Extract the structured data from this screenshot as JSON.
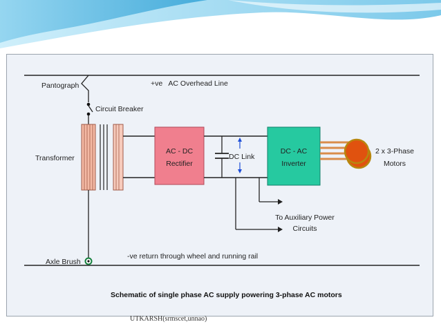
{
  "diagram": {
    "pantograph": "Pantograph",
    "overhead_line": "+ve   AC Overhead Line",
    "circuit_breaker": "Circuit Breaker",
    "transformer": "Transformer",
    "rectifier_line1": "AC - DC",
    "rectifier_line2": "Rectifier",
    "dc_link": "DC Link",
    "inverter_line1": "DC - AC",
    "inverter_line2": "Inverter",
    "motors_line1": "2 x 3-Phase",
    "motors_line2": "Motors",
    "aux_line1": "To Auxiliary Power",
    "aux_line2": "Circuits",
    "axle_brush": "Axle Brush",
    "return_line": "-ve return through wheel and running rail",
    "caption": "Schematic of single phase AC supply powering 3-phase AC motors"
  },
  "footer": {
    "text": "UTKARSH(srmscet,unnao)"
  },
  "colors": {
    "rectifier_fill": "#f07f8e",
    "inverter_fill": "#26c9a0",
    "motor_fill": "#e0520f",
    "motor_outline": "#b8870f",
    "transformer_fill": "#f4b9a4"
  }
}
